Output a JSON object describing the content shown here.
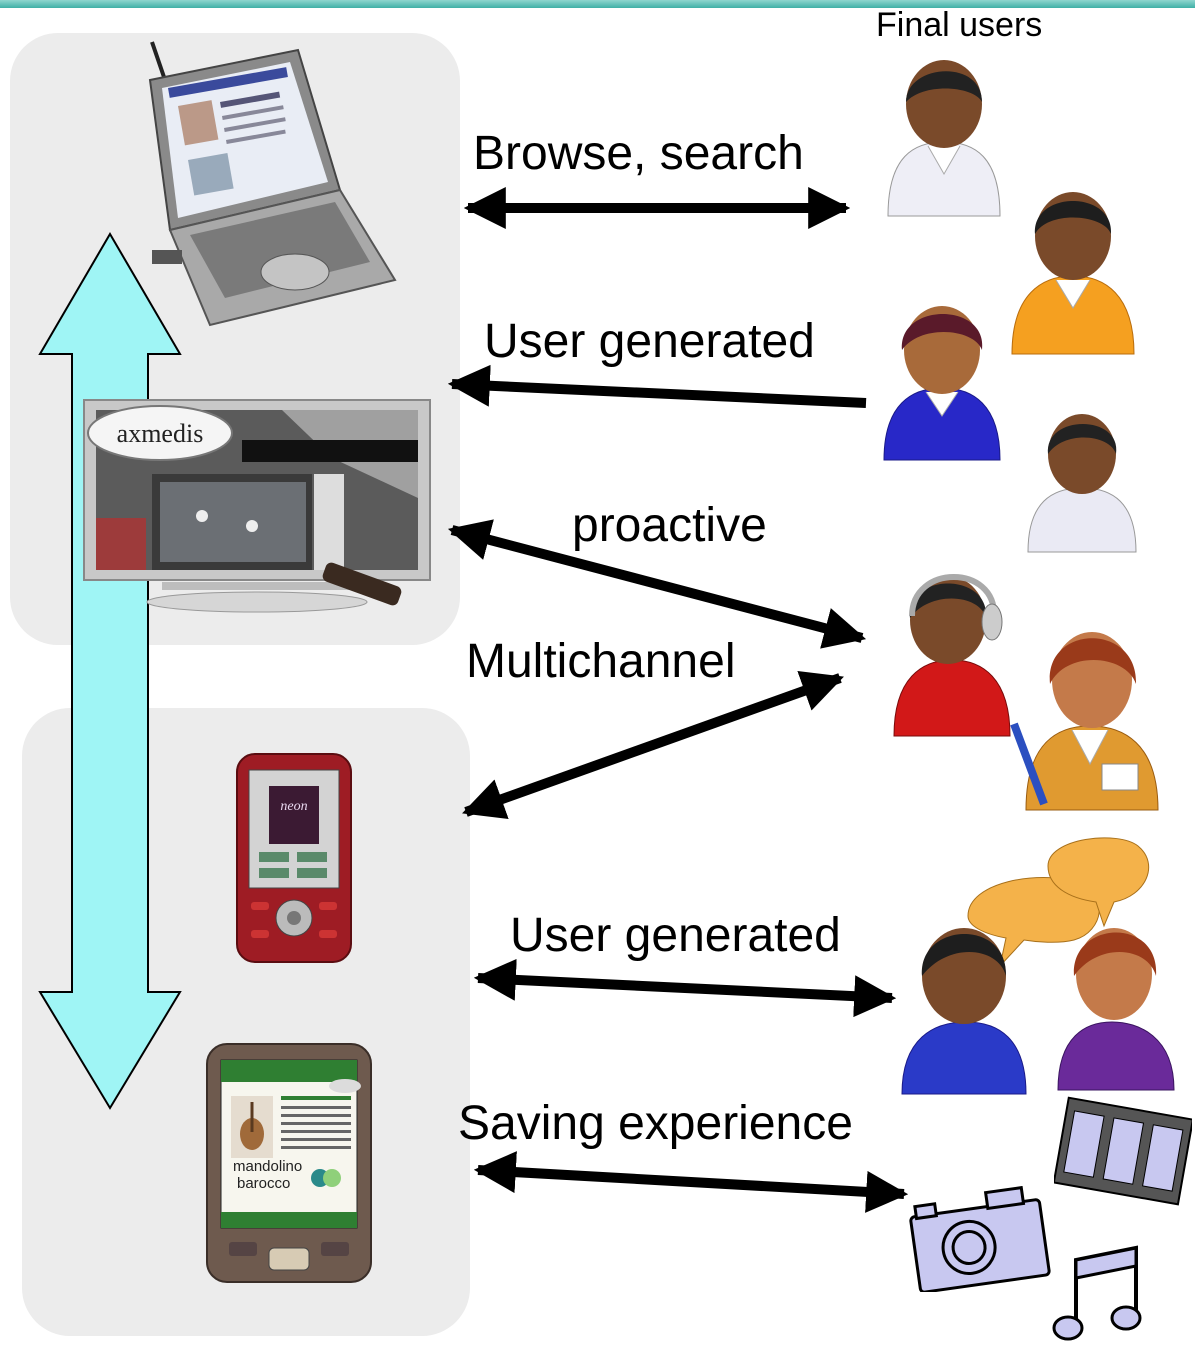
{
  "header": {
    "final_users": "Final users"
  },
  "connections": [
    {
      "id": "browse",
      "label": "Browse, search"
    },
    {
      "id": "ugc1",
      "label": "User generated"
    },
    {
      "id": "proactive",
      "label": "proactive"
    },
    {
      "id": "multichannel",
      "label": "Multichannel"
    },
    {
      "id": "ugc2",
      "label": "User generated"
    },
    {
      "id": "saving",
      "label": "Saving experience"
    }
  ],
  "devices": {
    "laptop": "laptop-icon",
    "tv": {
      "icon": "tv-icon",
      "logo": "axmedis"
    },
    "phone": {
      "icon": "mobile-phone-icon",
      "screen_text": "neon"
    },
    "pda": {
      "icon": "pda-icon",
      "caption_line1": "mandolino",
      "caption_line2": "barocco"
    }
  },
  "colors": {
    "sync_arrow": "#9ff5f5",
    "panel": "#ececec",
    "arrow": "#000000"
  }
}
